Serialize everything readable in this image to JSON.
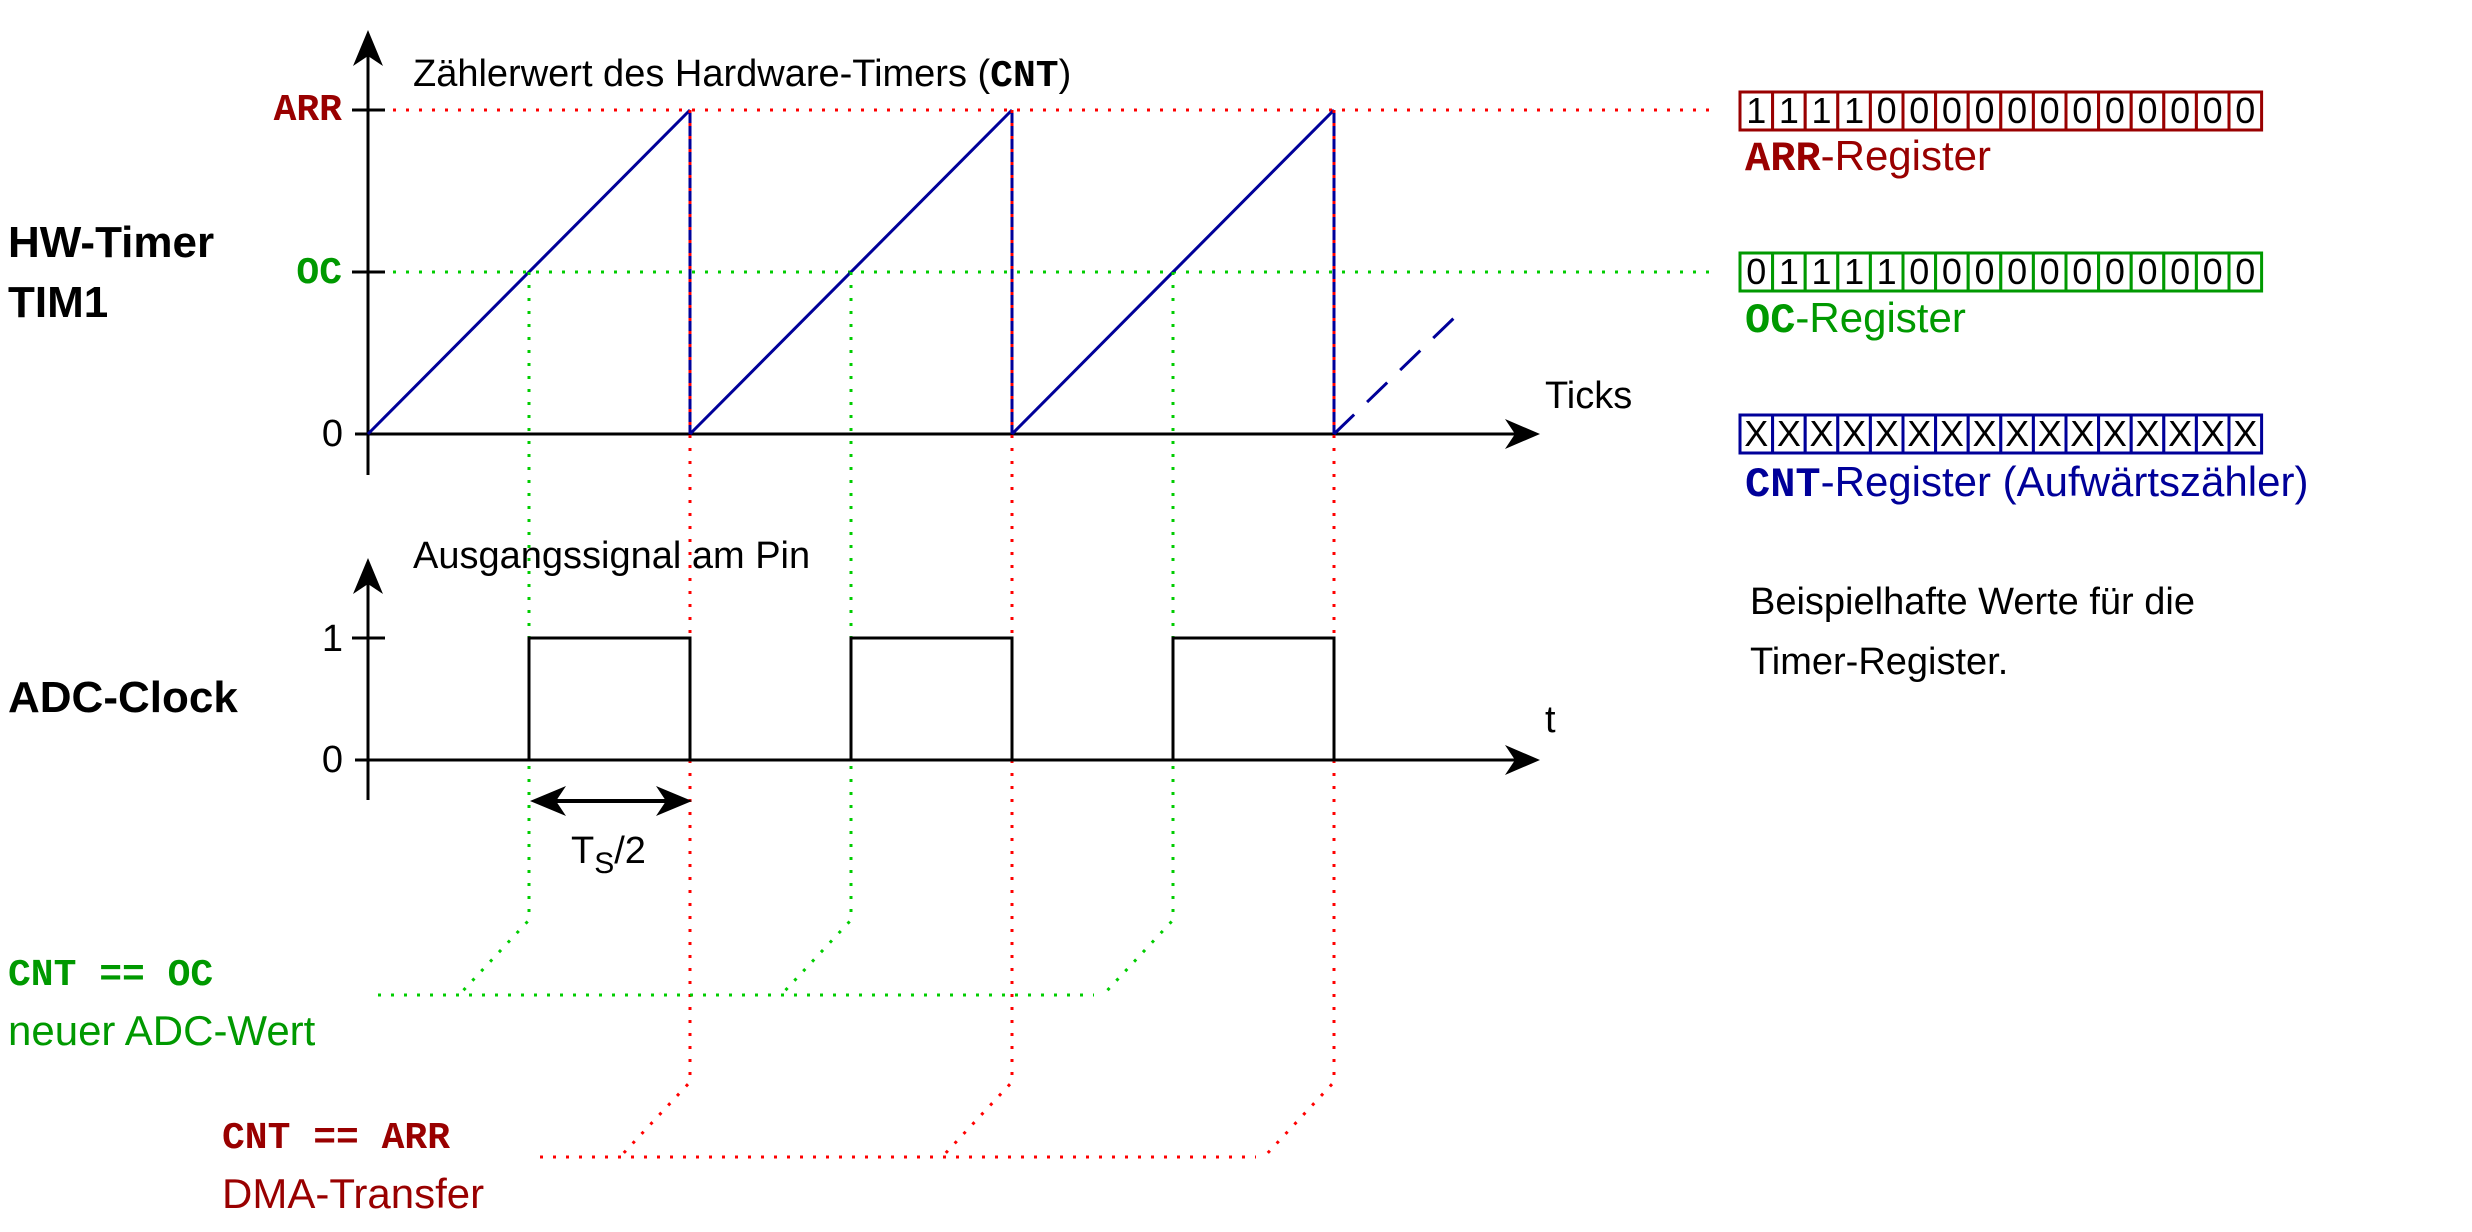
{
  "colors": {
    "black": "#000000",
    "red": "#990000",
    "red_dotted": "#ff0000",
    "green": "#009900",
    "green_dotted": "#00cc00",
    "blue": "#000099"
  },
  "timer": {
    "side_label_line1": "HW-Timer",
    "side_label_line2": "TIM1",
    "title_prefix": "Zählerwert des Hardware-Timers (",
    "title_code": "CNT",
    "title_suffix": ")",
    "level_arr": "ARR",
    "level_oc": "OC",
    "level_zero": "0",
    "axis_label": "Ticks",
    "arr_level_fraction": 1.0,
    "oc_level_fraction": 0.5,
    "periods_shown": 3
  },
  "adc": {
    "side_label": "ADC-Clock",
    "title": "Ausgangssignal am Pin",
    "level_one": "1",
    "level_zero": "0",
    "axis_label": "t",
    "period_label_main": "T",
    "period_label_sub": "S",
    "period_label_suffix": "/2"
  },
  "events": {
    "oc_code": "CNT == OC",
    "oc_text": "neuer ADC-Wert",
    "arr_code": "CNT == ARR",
    "arr_text": "DMA-Transfer"
  },
  "registers": {
    "arr": {
      "bits": [
        "1",
        "1",
        "1",
        "1",
        "0",
        "0",
        "0",
        "0",
        "0",
        "0",
        "0",
        "0",
        "0",
        "0",
        "0",
        "0"
      ],
      "code": "ARR",
      "text": "-Register"
    },
    "oc": {
      "bits": [
        "0",
        "1",
        "1",
        "1",
        "1",
        "0",
        "0",
        "0",
        "0",
        "0",
        "0",
        "0",
        "0",
        "0",
        "0",
        "0"
      ],
      "code": "OC",
      "text": "-Register"
    },
    "cnt": {
      "bits": [
        "X",
        "X",
        "X",
        "X",
        "X",
        "X",
        "X",
        "X",
        "X",
        "X",
        "X",
        "X",
        "X",
        "X",
        "X",
        "X"
      ],
      "code": "CNT",
      "text": "-Register (Aufwärtszähler)"
    }
  },
  "caption_line1": "Beispielhafte Werte für die",
  "caption_line2": "Timer-Register."
}
